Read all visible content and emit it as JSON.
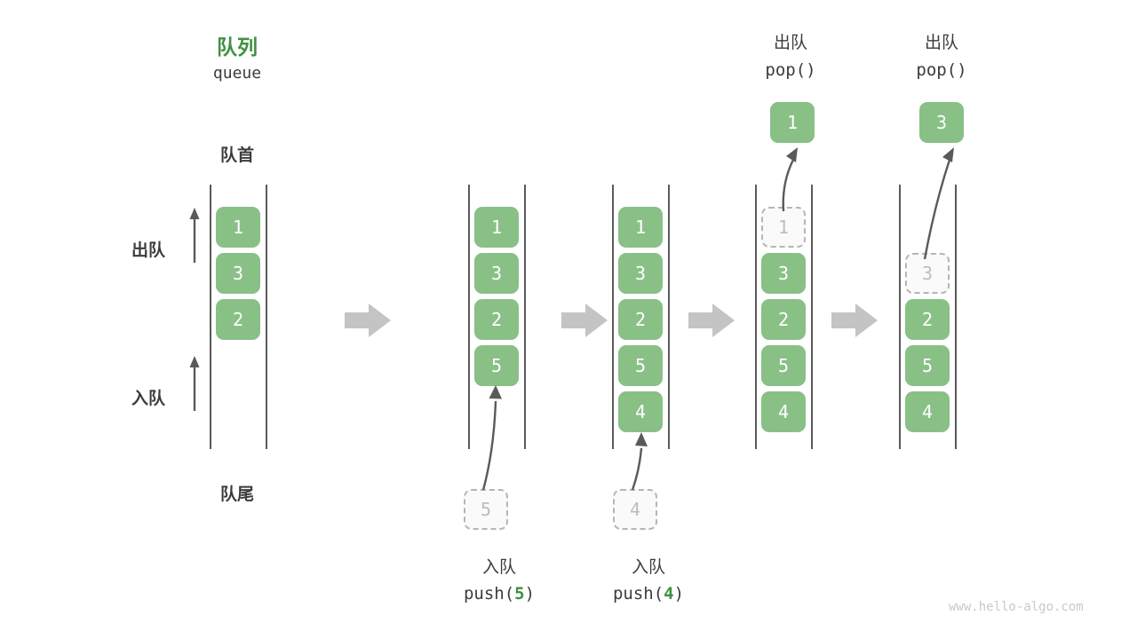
{
  "title": {
    "cn": "队列",
    "en": "queue",
    "accent_color": "#3f9142"
  },
  "labels": {
    "front": "队首",
    "rear": "队尾",
    "dequeue": "出队",
    "enqueue": "入队"
  },
  "colors": {
    "element_fill": "#89c086",
    "element_text": "#ffffff",
    "ghost_fill": "#fafafa",
    "ghost_text": "#bdbdbd",
    "ghost_border": "#b5b5b5",
    "rail": "#5a5a5a",
    "arrow_gray": "#c4c4c4",
    "thin_arrow": "#5a5a5a",
    "text": "#3c3c3c"
  },
  "columns": [
    {
      "id": "col-initial",
      "cells": [
        "1",
        "3",
        "2"
      ],
      "ghost_index": -1,
      "caption_cn": "",
      "caption_code": "",
      "caption_arg": ""
    },
    {
      "id": "col-push-5",
      "cells": [
        "1",
        "3",
        "2",
        "5"
      ],
      "ghost_index": -1,
      "incoming_value": "5",
      "caption_cn": "入队",
      "caption_code_prefix": "push(",
      "caption_arg": "5",
      "caption_code_suffix": ")"
    },
    {
      "id": "col-push-4",
      "cells": [
        "1",
        "3",
        "2",
        "5",
        "4"
      ],
      "ghost_index": -1,
      "incoming_value": "4",
      "caption_cn": "入队",
      "caption_code_prefix": "push(",
      "caption_arg": "4",
      "caption_code_suffix": ")"
    },
    {
      "id": "col-pop-1",
      "cells": [
        "1",
        "3",
        "2",
        "5",
        "4"
      ],
      "ghost_index": 0,
      "popped_value": "1",
      "header_cn": "出队",
      "header_code": "pop()"
    },
    {
      "id": "col-pop-3",
      "cells": [
        "3",
        "2",
        "5",
        "4"
      ],
      "ghost_index": 0,
      "popped_value": "3",
      "header_cn": "出队",
      "header_code": "pop()"
    }
  ],
  "watermark": "www.hello-algo.com"
}
